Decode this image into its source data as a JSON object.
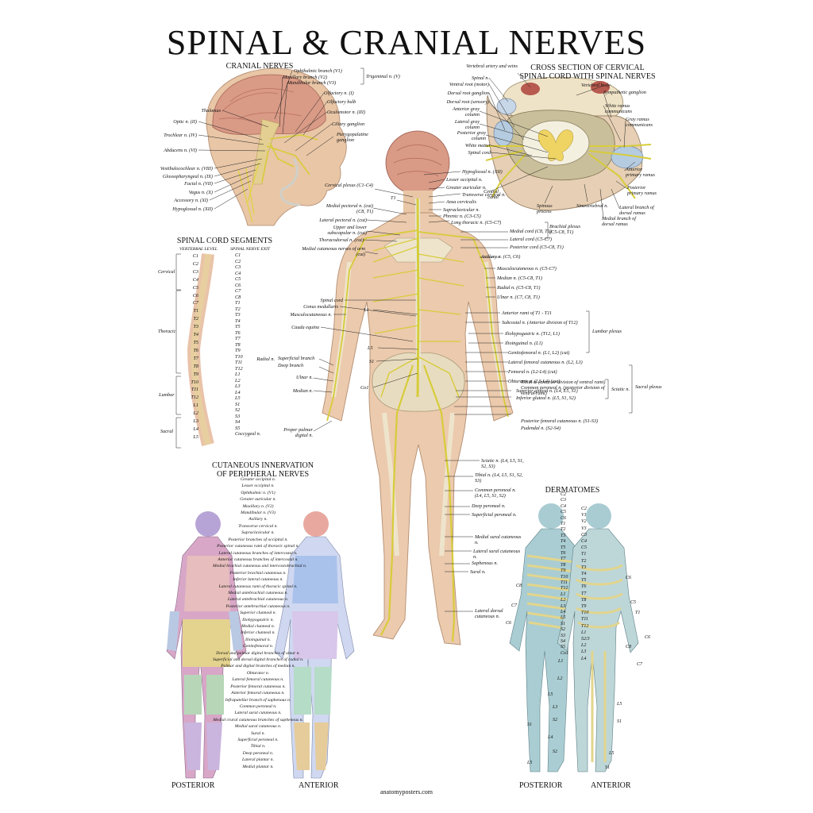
{
  "title": "SPINAL & CRANIAL NERVES",
  "footer": "anatomyposters.com",
  "colors": {
    "nerve": "#d8cd3c",
    "skin": "#e9c7a8",
    "bone": "#efe6cf",
    "brain": "#d99a86",
    "derm_skin": "#a9cdd2"
  },
  "cranial": {
    "title": "CRANIAL NERVES",
    "left_labels": [
      "Thalamus",
      "Optic n. (II)",
      "Trochlear n. (IV)",
      "Abducens n. (VI)",
      "Vestibulocochlear n. (VIII)",
      "Glossopharyngeal n. (IX)",
      "Facial n. (VII)",
      "Vagus n. (X)",
      "Accessory n. (XI)",
      "Hypoglossal n. (XII)"
    ],
    "right_labels": [
      "Ophthalmic branch (V1)",
      "Maxillary branch (V2)",
      "Mandibular branch (V3)",
      "Olfactory n. (I)",
      "Olfactory bulb",
      "Oculomotor n. (III)",
      "Ciliary ganglion",
      "Pterygopalatine ganglion"
    ],
    "trigeminal": "Trigeminal n. (V)"
  },
  "cross_section": {
    "title_l1": "CROSS SECTION OF CERVICAL",
    "title_l2": "SPINAL CORD WITH SPINAL NERVES",
    "left_labels": [
      "Vertebral artery and veins",
      "Spinal n.",
      "Ventral root (motor)",
      "Dorsal root ganglion",
      "Dorsal root (sensory)",
      "Anterior gray column",
      "Lateral gray column",
      "Posterior gray column",
      "White matter",
      "Spinal cord"
    ],
    "right_labels": [
      "Vertebral body",
      "Sympathetic ganglion",
      "White ramus communicans",
      "Gray ramus communicans",
      "Anterior primary ramus",
      "Posterior primary ramus",
      "Lateral branch of dorsal ramus",
      "Medial branch of dorsal ramus"
    ],
    "bottom_labels": [
      "Central canal",
      "Spinous process",
      "Sinuvertebral n."
    ]
  },
  "segments": {
    "title": "SPINAL CORD SEGMENTS",
    "col1": "VERTEBRAL LEVEL",
    "col2": "SPINAL NERVE EXIT",
    "regions": [
      "Cervical",
      "Thoracic",
      "Lumbar",
      "Sacral"
    ],
    "vertebral": [
      "C1",
      "C2",
      "C3",
      "C4",
      "C5",
      "C6",
      "C7",
      "T1",
      "T2",
      "T3",
      "T4",
      "T5",
      "T6",
      "T7",
      "T8",
      "T9",
      "T10",
      "T11",
      "T12",
      "L1",
      "L2",
      "L3",
      "L4",
      "L5"
    ],
    "exits": [
      "C1",
      "C2",
      "C3",
      "C4",
      "C5",
      "C6",
      "C7",
      "C8",
      "T1",
      "T2",
      "T3",
      "T4",
      "T5",
      "T6",
      "T7",
      "T8",
      "T9",
      "T10",
      "T11",
      "T12",
      "L1",
      "L2",
      "L3",
      "L4",
      "L5",
      "S1",
      "S2",
      "S3",
      "S4",
      "S5",
      "Coccygeal n."
    ]
  },
  "main": {
    "left_labels": [
      "Cervical plexus (C1-C4)",
      "Medial pectoral n. (cut) (C8, T1)",
      "Lateral pectoral n. (cut)",
      "Upper and lower subscapular n. (cut)",
      "Thoracodorsal n. (cut)",
      "Medial cutaneous nerves of arm (cut)",
      "Spinal cord",
      "Conus medullaris",
      "Musculocutaneous n.",
      "Cauda equina",
      "Radial n.",
      "Superficial branch",
      "Deep branch",
      "Ulnar n.",
      "Median n.",
      "Proper palmar digital n."
    ],
    "spine_marks": [
      "T1",
      "L1",
      "L5",
      "S1",
      "Co1"
    ],
    "right_labels": [
      "Hypoglossal n. (XII)",
      "Lesser occipital n.",
      "Greater auricular n.",
      "Transverse cervical n.",
      "Ansa cervicalis",
      "Supraclavicular n.",
      "Phrenic n. (C3-C5)",
      "Long thoracic n. (C5-C7)",
      "Medial cord (C8, T1)",
      "Lateral cord (C5-C7)",
      "Posterior cord (C5-C8, T1)",
      "Axillary n. (C5, C6)",
      "Musculocutaneous n. (C5-C7)",
      "Median n. (C5-C8, T1)",
      "Radial n. (C5-C8, T1)",
      "Ulnar n. (C7, C8, T1)",
      "Anterior rami of T1 - T11",
      "Subcostal n. (Anterior division of T12)",
      "Iliohypogastric n. (T12, L1)",
      "Ilioinguinal n. (L1)",
      "Genitofemoral n. (L1, L2) (cut)",
      "Lateral femoral cutaneous n. (L2, L3)",
      "Femoral n. (L2-L4) (cut)",
      "Obturator n. (L2-L4) (cut)",
      "Superior gluteal n. (L4, L5, S1)",
      "Inferior gluteal n. (L5, S1, S2)",
      "Tibial n. (anterior division of ventral rami)",
      "Common peroneal n. (posterior division of ventral rami)",
      "Posterior femoral cutaneous n. (S1-S3)",
      "Pudendal n. (S2-S4)",
      "Sciatic n. (L4, L5, S1, S2, S3)",
      "Tibial n. (L4, L5, S1, S2, S3)",
      "Common peroneal n. (L4, L5, S1, S2)",
      "Deep peroneal n.",
      "Superficial peroneal n.",
      "Medial sural cutaneous n.",
      "Lateral sural cutaneous n.",
      "Saphenous n.",
      "Sural n.",
      "Lateral dorsal cutaneous n."
    ],
    "brachial": "Brachial plexus (C5-C8, T1)",
    "lumbar": "Lumbar plexus",
    "sciatic": "Sciatic n.",
    "sacral": "Sacral plexus"
  },
  "cutaneous": {
    "title_l1": "CUTANEOUS INNERVATION",
    "title_l2": "OF PERIPHERAL NERVES",
    "labels": [
      "Greater occipital n.",
      "Lesser occipital n.",
      "Ophthalmic n. (V1)",
      "Greater auricular n.",
      "Maxillary n. (V2)",
      "Mandibular n. (V3)",
      "Axillary n.",
      "Transverse cervical n.",
      "Supraclavicular n.",
      "Posterior branches of occipital n.",
      "Posterior cutaneous rami of thoracic spinal n.",
      "Lateral cutaneous branches of intercostal n.",
      "Anterior cutaneous branches of intercostal n.",
      "Medial brachial cutaneous and intercostobrachial n.",
      "Posterior brachial cutaneous n.",
      "Inferior lateral cutaneous n.",
      "Lateral cutaneous rami of thoracic spinal n.",
      "Medial antebrachial cutaneous n.",
      "Lateral antebrachial cutaneous n.",
      "Posterior antebrachial cutaneous n.",
      "Superior clunneal n.",
      "Iliohypogastric n.",
      "Medial clunneal n.",
      "Inferior clunneal n.",
      "Ilioinguinal n.",
      "Genitofemoral n.",
      "Dorsal and palmar digital branches of ulnar n.",
      "Superficial and dorsal digital branches of radial n.",
      "Palmar and digital branches of median n.",
      "Obturator n.",
      "Lateral femoral cutaneous n.",
      "Posterior femoral cutaneous n.",
      "Anterior femoral cutaneous n.",
      "Infrapatellar branch of saphenous n.",
      "Common peroneal n.",
      "Lateral sural cutaneous n.",
      "Medial crural cutaneous branches of saphenous n.",
      "Medial sural cutaneous n.",
      "Sural n.",
      "Superficial peroneal n.",
      "Tibial n.",
      "Deep peroneal n.",
      "Lateral plantar n.",
      "Medial plantar n."
    ],
    "posterior": "POSTERIOR",
    "anterior": "ANTERIOR"
  },
  "dermatomes": {
    "title": "DERMATOMES",
    "posterior": "POSTERIOR",
    "anterior": "ANTERIOR",
    "post_left": [
      "C8",
      "C7",
      "C6"
    ],
    "post_center": [
      "C2",
      "C3",
      "C4",
      "C5",
      "C6",
      "T1",
      "T2",
      "T3",
      "T4",
      "T5",
      "T6",
      "T7",
      "T8",
      "T9",
      "T10",
      "T11",
      "T12",
      "L1",
      "L2",
      "L3",
      "L4",
      "L5",
      "S1",
      "S2",
      "S3",
      "S4",
      "S5",
      "Co1"
    ],
    "post_lower": [
      "L1",
      "L2",
      "L5",
      "L3",
      "S2",
      "S1",
      "L4",
      "S2",
      "L5"
    ],
    "ant_center": [
      "C2",
      "V1",
      "V2",
      "V3",
      "C3",
      "C4",
      "C5",
      "T1",
      "T2",
      "T3",
      "T4",
      "T5",
      "T6",
      "T7",
      "T8",
      "T9",
      "T10",
      "T11",
      "T12",
      "L1",
      "S2/3",
      "L2",
      "L3",
      "L4"
    ],
    "ant_right": [
      "C6",
      "C5",
      "T1",
      "C6",
      "C8",
      "C7",
      "L5",
      "S1",
      "L5",
      "S1"
    ]
  }
}
